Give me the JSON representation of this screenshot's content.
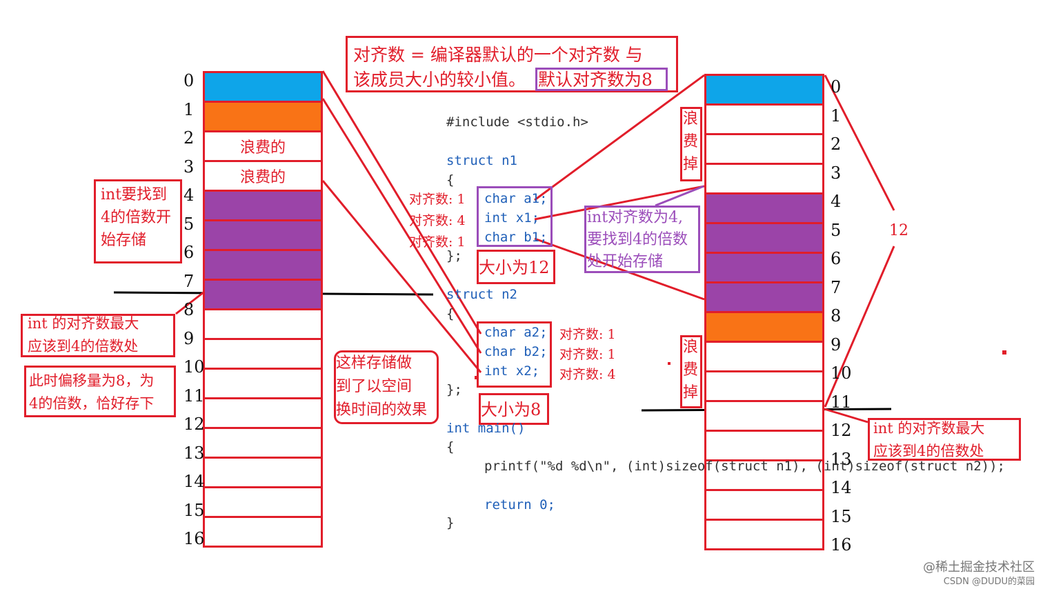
{
  "title_note": {
    "line1": "对齐数 = 编译器默认的一个对齐数 与",
    "line2": "该成员大小的较小值。",
    "default_label": "默认对齐数为8"
  },
  "left_column": {
    "indices": [
      "0",
      "1",
      "2",
      "3",
      "4",
      "5",
      "6",
      "7",
      "8",
      "9",
      "10",
      "11",
      "12",
      "13",
      "14",
      "15",
      "16"
    ],
    "cells": [
      {
        "fill": "#0ea5e9",
        "text": ""
      },
      {
        "fill": "#f97316",
        "text": ""
      },
      {
        "fill": "#ffffff",
        "text": "浪费的"
      },
      {
        "fill": "#ffffff",
        "text": "浪费的"
      },
      {
        "fill": "#9b44a8",
        "text": ""
      },
      {
        "fill": "#9b44a8",
        "text": ""
      },
      {
        "fill": "#9b44a8",
        "text": ""
      },
      {
        "fill": "#9b44a8",
        "text": ""
      },
      {
        "fill": "#ffffff",
        "text": ""
      },
      {
        "fill": "#ffffff",
        "text": ""
      },
      {
        "fill": "#ffffff",
        "text": ""
      },
      {
        "fill": "#ffffff",
        "text": ""
      },
      {
        "fill": "#ffffff",
        "text": ""
      },
      {
        "fill": "#ffffff",
        "text": ""
      },
      {
        "fill": "#ffffff",
        "text": ""
      },
      {
        "fill": "#ffffff",
        "text": ""
      }
    ]
  },
  "right_column": {
    "indices": [
      "0",
      "1",
      "2",
      "3",
      "4",
      "5",
      "6",
      "7",
      "8",
      "9",
      "10",
      "11",
      "12",
      "13",
      "14",
      "15",
      "16"
    ],
    "cells": [
      {
        "fill": "#0ea5e9"
      },
      {
        "fill": "#ffffff"
      },
      {
        "fill": "#ffffff"
      },
      {
        "fill": "#ffffff"
      },
      {
        "fill": "#9b44a8"
      },
      {
        "fill": "#9b44a8"
      },
      {
        "fill": "#9b44a8"
      },
      {
        "fill": "#9b44a8"
      },
      {
        "fill": "#f97316"
      },
      {
        "fill": "#ffffff"
      },
      {
        "fill": "#ffffff"
      },
      {
        "fill": "#ffffff"
      },
      {
        "fill": "#ffffff"
      },
      {
        "fill": "#ffffff"
      },
      {
        "fill": "#ffffff"
      },
      {
        "fill": "#ffffff"
      }
    ],
    "size_label": "12"
  },
  "left_notes": {
    "int_find": [
      "int要找到",
      "4的倍数开",
      "始存储"
    ],
    "int_align": [
      "int 的对齐数最大",
      "应该到4的倍数处"
    ],
    "offset": [
      "此时偏移量为8，为",
      "4的倍数，恰好存下"
    ]
  },
  "middle_note": [
    "这样存储做",
    "到了以空间",
    "换时间的效果"
  ],
  "right_notes": {
    "waste_top": [
      "浪",
      "费",
      "掉"
    ],
    "waste_bottom": [
      "浪",
      "费",
      "掉"
    ],
    "int_align_purple": [
      "int对齐数为4,",
      "要找到4的倍数",
      "处开始存储"
    ],
    "int_align": [
      "int 的对齐数最大",
      "应该到4的倍数处"
    ]
  },
  "code": {
    "include": "#include <stdio.h>",
    "struct_n1": "struct n1",
    "open_brace": "{",
    "close_brace": "};",
    "n1_members": [
      "char a1;",
      "int x1;",
      "char b1;"
    ],
    "n1_aligns": [
      "对齐数: 1",
      "对齐数: 4",
      "对齐数: 1"
    ],
    "n1_size": "大小为12",
    "struct_n2": "struct n2",
    "n2_members": [
      "char a2;",
      "char b2;",
      "int x2;"
    ],
    "n2_aligns": [
      "对齐数: 1",
      "对齐数: 1",
      "对齐数: 4"
    ],
    "n2_size": "大小为8",
    "main_sig": "int main()",
    "printf_line": "printf(\"%d %d\\n\", (int)sizeof(struct n1), (int)sizeof(struct n2));",
    "return_line": "return 0;",
    "main_close": "}"
  },
  "watermark": {
    "line1": "@稀土掘金技术社区",
    "line2": "CSDN @DUDU的菜园"
  },
  "colors": {
    "red": "#e11d2a",
    "purple": "#9b4dba",
    "blue": "#0ea5e9",
    "orange": "#f97316",
    "violet_fill": "#9b44a8",
    "keyword": "#1f5fb8"
  }
}
